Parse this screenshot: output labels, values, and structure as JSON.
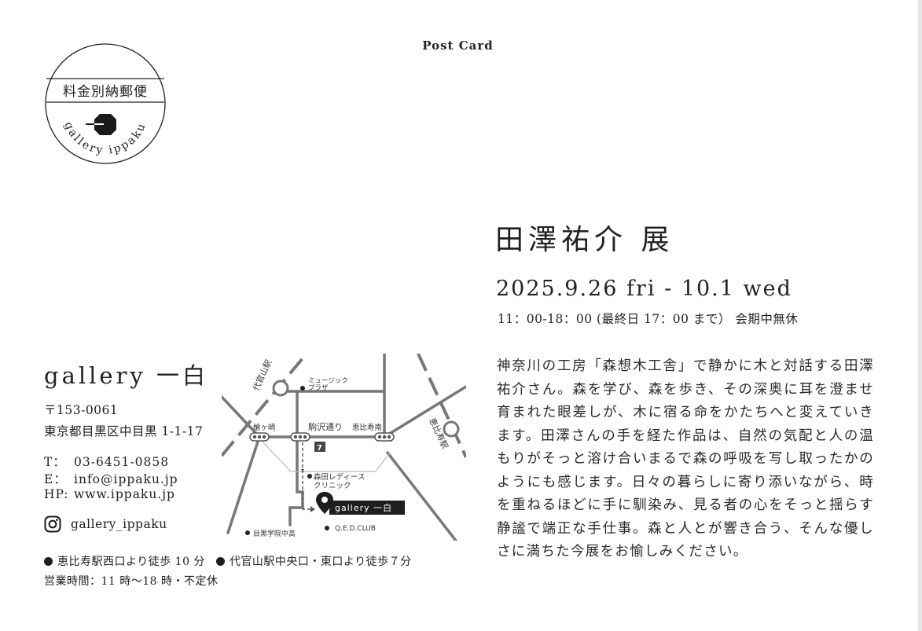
{
  "header": {
    "label": "Post Card"
  },
  "stamp": {
    "top_text": "料金別納郵便",
    "bottom_text": "gallery ippaku"
  },
  "exhibition": {
    "title": "田澤祐介 展",
    "dates": "2025.9.26 fri - 10.1 wed",
    "hours": "11：00-18：00 (最終日 17：00 まで）  会期中無休",
    "description": "神奈川の工房「森想木工舎」で静かに木と対話する田澤祐介さん。森を学び、森を歩き、その深奥に耳を澄ませ育まれた眼差しが、木に宿る命をかたちへと変えていきます。田澤さんの手を経た作品は、自然の気配と人の温もりがそっと溶け合いまるで森の呼吸を写し取ったかのようにも感じます。日々の暮らしに寄り添いながら、時を重ねるほどに手に馴染み、見る者の心をそっと揺らす静謐で端正な手仕事。森と人とが響き合う、そんな優しさに満ちた今展をお愉しみください。"
  },
  "gallery": {
    "name": "gallery 一白",
    "postal": "〒153-0061",
    "address": "東京都目黒区中目黒 1-1-17",
    "tel_label": "T：",
    "tel": "03-6451-0858",
    "email_label": "E：",
    "email": "info@ippaku.jp",
    "hp_label": "HP:",
    "hp": "www.ippaku.jp",
    "instagram": "gallery_ippaku",
    "access_1": "恵比寿駅西口より徒歩 10 分",
    "access_2": "代官山駅中央口・東口より徒歩７分",
    "business_hours": "営業時間：11 時〜18 時・不定休"
  },
  "map": {
    "daikanyama_station": "代官山駅",
    "ebisu_station": "恵比寿駅",
    "music_plaza_1": "ミュージック",
    "music_plaza_2": "プラザ",
    "hinokizaka": "槍ヶ崎",
    "komazawa_dori": "駒沢通り",
    "ebisu_minami": "恵比寿南",
    "morita_1": "森田レディース",
    "morita_2": "クリニック",
    "gallery_marker": "gallery 一白",
    "qed_club": "Q.E.D.CLUB",
    "meguro_gakuin": "目黒学院中高"
  }
}
